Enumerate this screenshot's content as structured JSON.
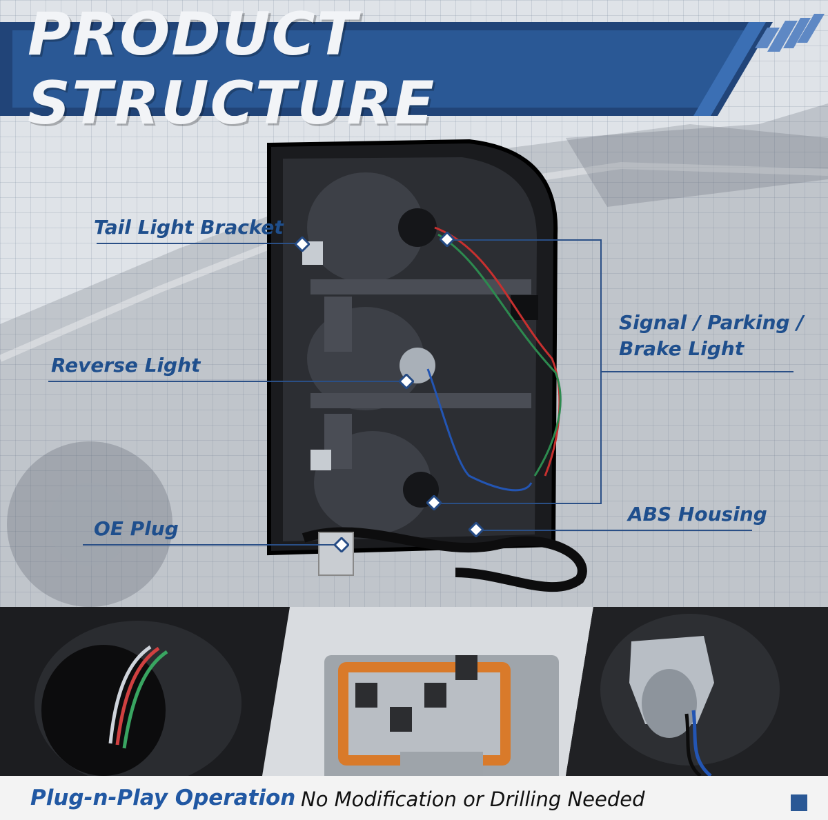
{
  "banner": {
    "title": "PRODUCT STRUCTURE"
  },
  "callouts": {
    "tail_light_bracket": "Tail Light Bracket",
    "reverse_light": "Reverse Light",
    "oe_plug": "OE Plug",
    "signal_line1": "Signal / Parking /",
    "signal_line2": "Brake Light",
    "abs_housing": "ABS Housing"
  },
  "footer": {
    "title": "Plug-n-Play Operation",
    "subtitle": "No Modification or Drilling Needed"
  },
  "colors": {
    "brand_blue": "#2a5895",
    "label_blue": "#1f4f8d",
    "banner_navy": "#214478"
  },
  "icons": [
    "diamond-marker-icon"
  ]
}
